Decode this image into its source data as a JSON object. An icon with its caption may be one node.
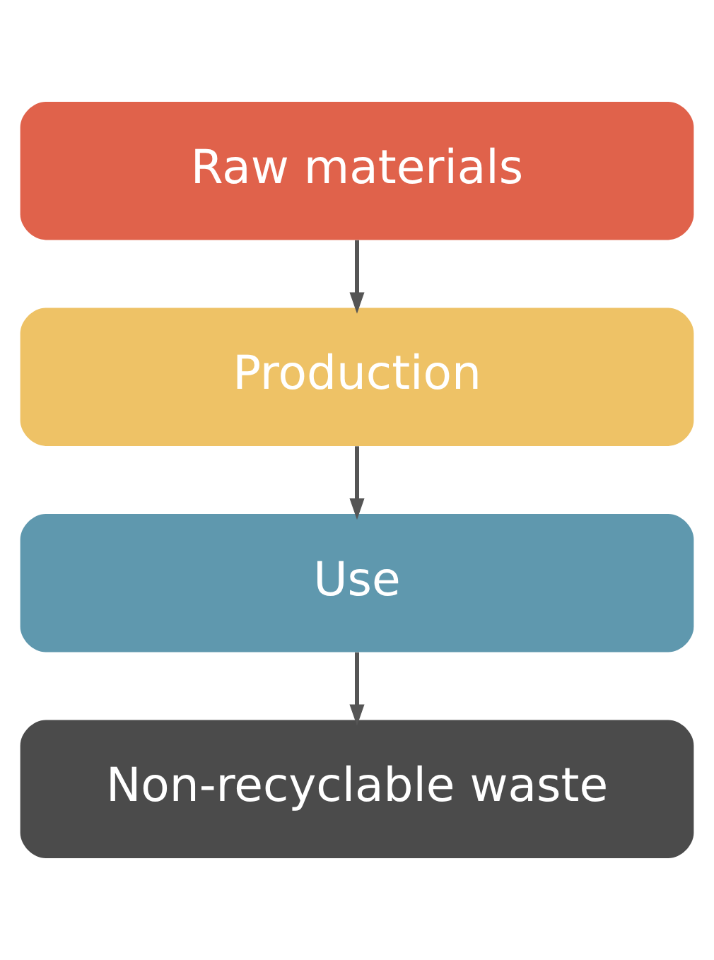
{
  "diagram": {
    "nodes": [
      {
        "text": [
          "Raw materials"
        ]
      },
      {
        "text": [
          "Production"
        ]
      },
      {
        "text": [
          "Use"
        ]
      },
      {
        "text": [
          "Non-recyclable waste"
        ]
      }
    ],
    "edges": [
      {
        "from": 0,
        "to": 1,
        "arrow": "to"
      },
      {
        "from": 1,
        "to": 2,
        "arrow": "to"
      },
      {
        "from": 2,
        "to": 3,
        "arrow": "to"
      }
    ]
  }
}
